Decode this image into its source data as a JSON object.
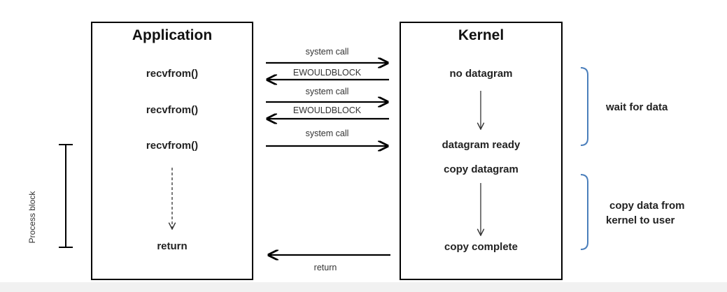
{
  "application": {
    "title": "Application",
    "calls": [
      "recvfrom()",
      "recvfrom()",
      "recvfrom()"
    ],
    "return_label": "return"
  },
  "kernel": {
    "title": "Kernel",
    "no_datagram": "no datagram",
    "datagram_ready": "datagram ready",
    "copy_datagram": "copy datagram",
    "copy_complete": "copy complete"
  },
  "messages": {
    "system_call_1": "system call",
    "ewouldblock_1": "EWOULDBLOCK",
    "system_call_2": "system call",
    "ewouldblock_2": "EWOULDBLOCK",
    "system_call_3": "system call",
    "return": "return"
  },
  "phases": {
    "wait": "wait for data",
    "copy_line1": "copy data from",
    "copy_line2": "kernel to user"
  },
  "process_block": "Process block",
  "colors": {
    "brace": "#4a7ebb",
    "ink": "#000000"
  }
}
